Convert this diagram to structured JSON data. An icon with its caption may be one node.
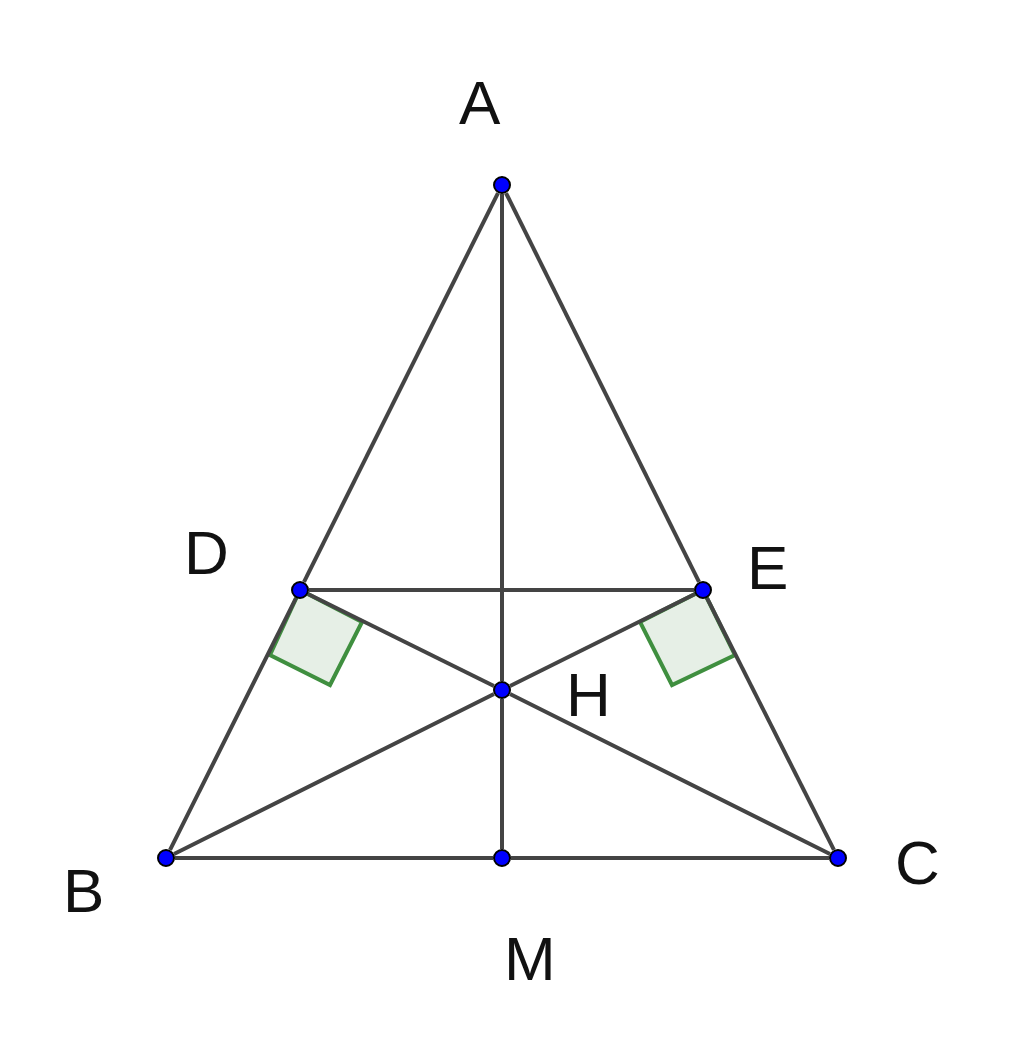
{
  "diagram": {
    "nodes": [
      {
        "text": [
          "A"
        ]
      },
      {
        "text": [
          "B"
        ]
      },
      {
        "text": [
          "C"
        ]
      },
      {
        "text": [
          "D"
        ]
      },
      {
        "text": [
          "E"
        ]
      },
      {
        "text": [
          "H"
        ]
      },
      {
        "text": [
          "M"
        ]
      }
    ],
    "edges": [
      {
        "from": 0,
        "to": 3,
        "arrow": "none"
      },
      {
        "from": 3,
        "to": 1,
        "arrow": "none"
      },
      {
        "from": 0,
        "to": 4,
        "arrow": "none"
      },
      {
        "from": 4,
        "to": 2,
        "arrow": "none"
      },
      {
        "from": 0,
        "to": 5,
        "arrow": "none"
      },
      {
        "from": 5,
        "to": 6,
        "arrow": "none"
      },
      {
        "from": 1,
        "to": 6,
        "arrow": "none"
      },
      {
        "from": 6,
        "to": 2,
        "arrow": "none"
      },
      {
        "from": 3,
        "to": 4,
        "arrow": "none"
      },
      {
        "from": 3,
        "to": 5,
        "arrow": "none"
      },
      {
        "from": 5,
        "to": 2,
        "arrow": "none"
      },
      {
        "from": 4,
        "to": 5,
        "arrow": "none"
      },
      {
        "from": 5,
        "to": 1,
        "arrow": "none"
      }
    ]
  }
}
